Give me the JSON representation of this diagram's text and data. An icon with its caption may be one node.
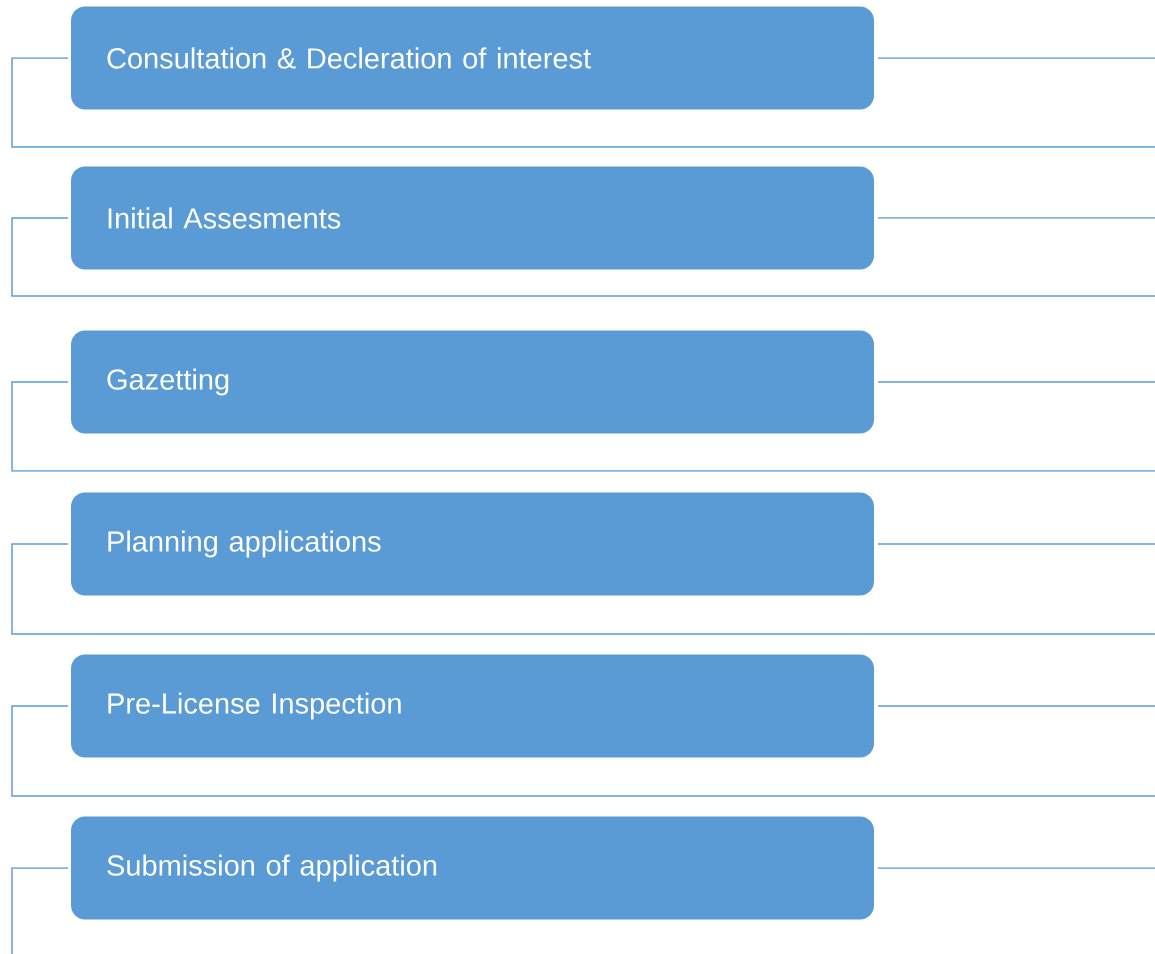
{
  "diagram": {
    "nodes": [
      {
        "text": [
          "Consultation & Decleration of interest"
        ]
      },
      {
        "text": [
          "Initial Assesments"
        ]
      },
      {
        "text": [
          "Gazetting"
        ]
      },
      {
        "text": [
          "Planning applications"
        ]
      },
      {
        "text": [
          "Pre-License Inspection"
        ]
      },
      {
        "text": [
          "Submission of application"
        ]
      }
    ]
  }
}
